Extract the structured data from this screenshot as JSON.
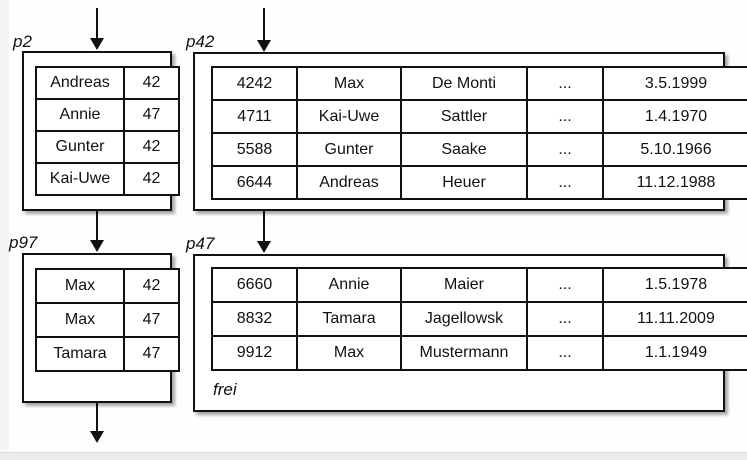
{
  "colors": {
    "ink": "#111111",
    "page_background": "#fefefe",
    "margin_gray": "#f5f5f5",
    "bottom_bar_gray": "#ececec"
  },
  "pages": {
    "p2": {
      "label": "p2",
      "rows": [
        [
          "Andreas",
          "42"
        ],
        [
          "Annie",
          "47"
        ],
        [
          "Gunter",
          "42"
        ],
        [
          "Kai-Uwe",
          "42"
        ]
      ]
    },
    "p42": {
      "label": "p42",
      "rows": [
        [
          "4242",
          "Max",
          "De Monti",
          "...",
          "3.5.1999"
        ],
        [
          "4711",
          "Kai-Uwe",
          "Sattler",
          "...",
          "1.4.1970"
        ],
        [
          "5588",
          "Gunter",
          "Saake",
          "...",
          "5.10.1966"
        ],
        [
          "6644",
          "Andreas",
          "Heuer",
          "...",
          "11.12.1988"
        ]
      ]
    },
    "p97": {
      "label": "p97",
      "rows": [
        [
          "Max",
          "42"
        ],
        [
          "Max",
          "47"
        ],
        [
          "Tamara",
          "47"
        ]
      ]
    },
    "p47": {
      "label": "p47",
      "rows": [
        [
          "6660",
          "Annie",
          "Maier",
          "...",
          "1.5.1978"
        ],
        [
          "8832",
          "Tamara",
          "Jagellowsk",
          "...",
          "11.11.2009"
        ],
        [
          "9912",
          "Max",
          "Mustermann",
          "...",
          "1.1.1949"
        ]
      ],
      "free_label": "frei"
    }
  },
  "edges": [
    {
      "from": "external-top-left",
      "to": "p2"
    },
    {
      "from": "external-top-right",
      "to": "p42"
    },
    {
      "from": "p2",
      "to": "p97"
    },
    {
      "from": "p42",
      "to": "p47"
    },
    {
      "from": "p97",
      "to": "external-bottom"
    }
  ]
}
